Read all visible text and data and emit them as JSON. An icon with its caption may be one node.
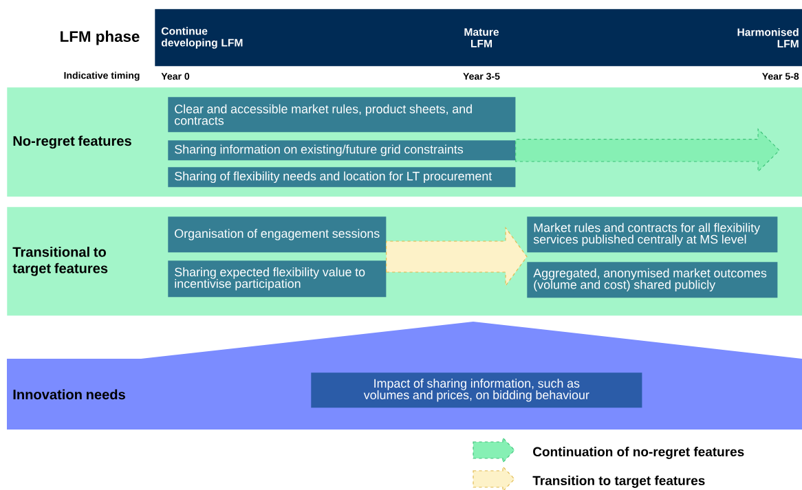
{
  "diagram": {
    "nodes": [
      {
        "text": [
          "Continue developing LFM",
          "Mature LFM",
          "Harmonised LFM"
        ]
      },
      {
        "text": [
          "No-regret features"
        ]
      },
      {
        "text": [
          "Clear and accessible market rules, product sheets, and contracts"
        ],
        "in": 1
      },
      {
        "text": [
          "Sharing information on existing/future grid constraints"
        ],
        "in": 1
      },
      {
        "text": [
          "Sharing of flexibility needs and location for LT procurement"
        ],
        "in": 1
      },
      {
        "text": [
          "Transitional to target features"
        ]
      },
      {
        "text": [
          "Organisation of engagement sessions"
        ],
        "in": 5
      },
      {
        "text": [
          "Sharing expected flexibility value to incentivise participation"
        ],
        "in": 5
      },
      {
        "text": [
          "Market rules and contracts for all flexibility services published centrally at MS level"
        ],
        "in": 5
      },
      {
        "text": [
          "Aggregated, anonymised market outcomes (volume and cost) shared publicly"
        ],
        "in": 5
      },
      {
        "text": [
          "Innovation needs"
        ]
      },
      {
        "text": [
          "Impact of sharing information, such as volumes and prices, on bidding behaviour"
        ],
        "in": 10
      }
    ],
    "edges": [
      {
        "from": 3,
        "to": null,
        "arrow": "to",
        "style": "dashed",
        "color": "#3cc178"
      },
      {
        "from": 6,
        "to": 8,
        "arrow": "to",
        "style": "dashed"
      },
      {
        "from": 6,
        "to": 9,
        "arrow": "to",
        "style": "dashed"
      },
      {
        "from": 7,
        "to": 8,
        "arrow": "to",
        "style": "dashed"
      },
      {
        "from": 7,
        "to": 9,
        "arrow": "to",
        "style": "dashed"
      }
    ],
    "labels": [
      "LFM phase",
      "Indicative timing",
      "Year 0",
      "Year 3-5",
      "Year 5-8"
    ],
    "legend": [
      {
        "text": "Continuation of no-regret features"
      },
      {
        "text": "Transition to target features"
      }
    ]
  }
}
